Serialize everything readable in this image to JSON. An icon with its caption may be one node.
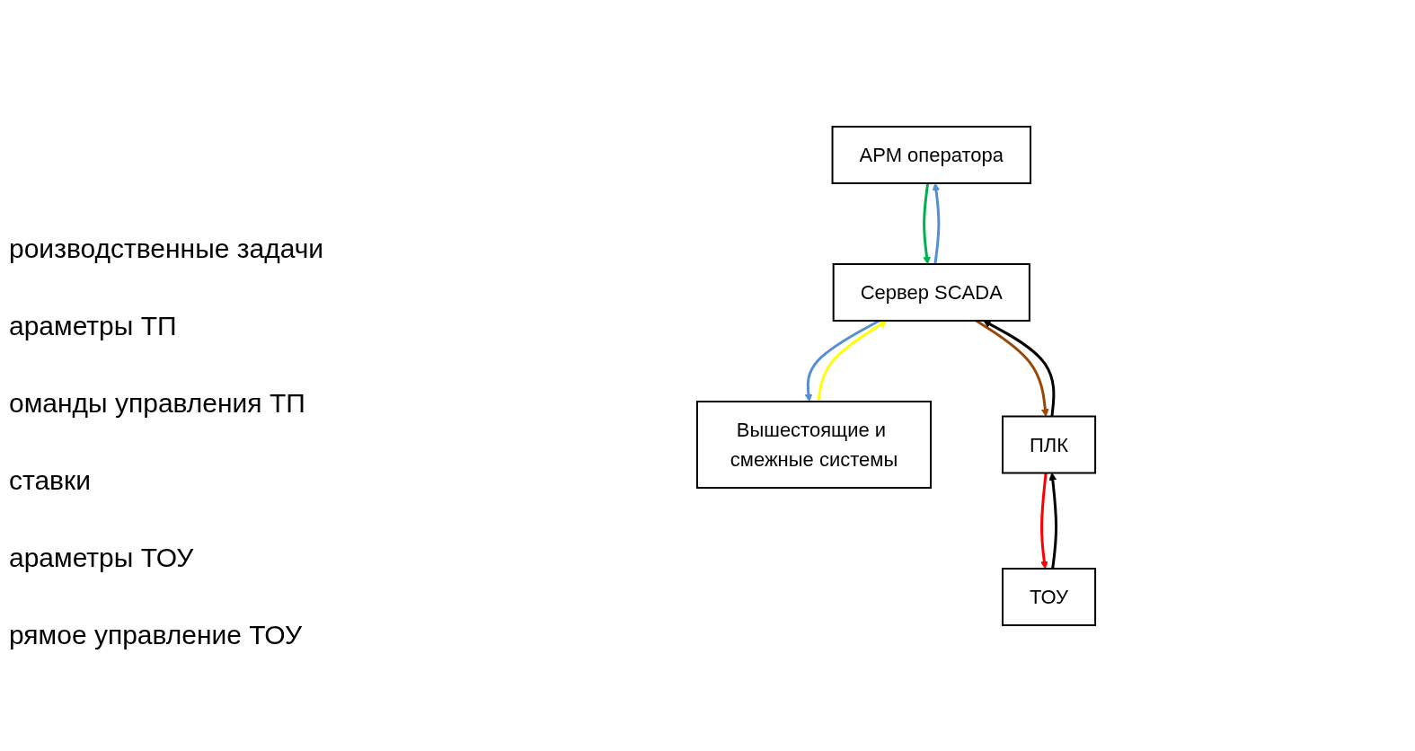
{
  "diagram": {
    "nodes": [
      {
        "text": [
          "АРМ оператора"
        ]
      },
      {
        "text": [
          "Сервер SCADA"
        ]
      },
      {
        "text": [
          "Вышестоящие и смежные системы"
        ]
      },
      {
        "text": [
          "ПЛК"
        ]
      },
      {
        "text": [
          "ТОУ"
        ]
      }
    ],
    "edges": [
      {
        "from": 0,
        "to": 1,
        "arrow": "to",
        "color": "#00b050"
      },
      {
        "from": 1,
        "to": 0,
        "arrow": "to",
        "color": "#558ed5"
      },
      {
        "from": 2,
        "to": 1,
        "arrow": "to",
        "color": "#ffff00"
      },
      {
        "from": 1,
        "to": 2,
        "arrow": "to",
        "color": "#558ed5"
      },
      {
        "from": 1,
        "to": 3,
        "arrow": "to",
        "color": "#984807"
      },
      {
        "from": 3,
        "to": 1,
        "arrow": "to",
        "color": "#000000"
      },
      {
        "from": 3,
        "to": 4,
        "arrow": "to",
        "color": "#ff0000"
      },
      {
        "from": 4,
        "to": 3,
        "arrow": "to",
        "color": "#000000"
      }
    ],
    "labels": [
      "роизводственные задачи",
      "араметры ТП",
      "оманды управления ТП",
      "ставки",
      "араметры ТОУ",
      "рямое управление ТОУ"
    ]
  }
}
